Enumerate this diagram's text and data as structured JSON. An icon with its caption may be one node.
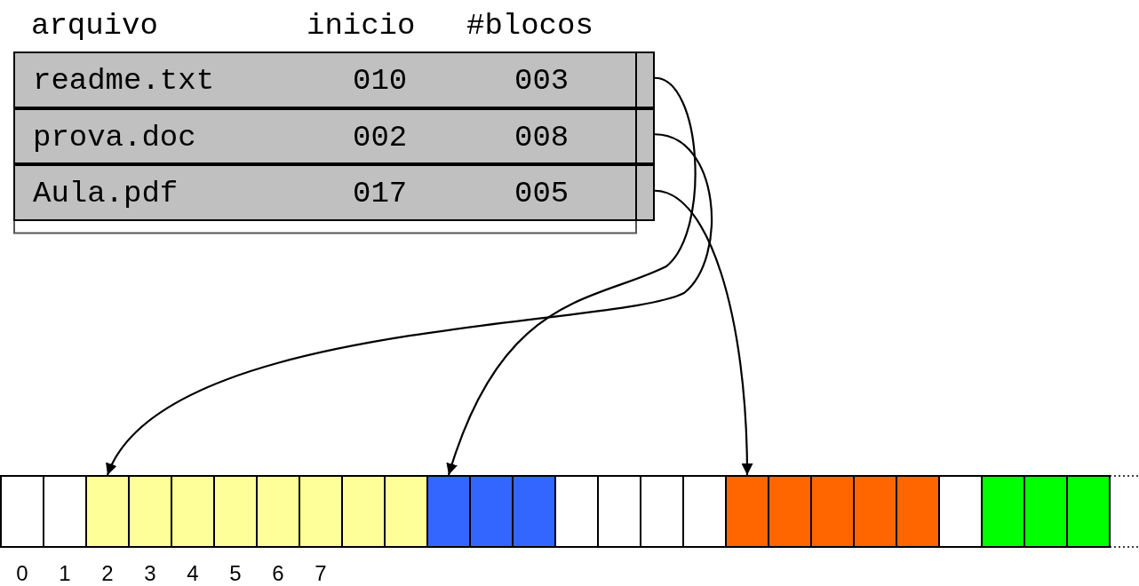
{
  "diagram": {
    "nodes": [
      {
        "text": [
          "readme.txt",
          "010",
          "003"
        ]
      },
      {
        "text": [
          "prova.doc",
          "002",
          "008"
        ]
      },
      {
        "text": [
          "Aula.pdf",
          "017",
          "005"
        ]
      },
      {
        "text": [],
        "shape": "box"
      },
      {
        "text": [],
        "shape": "box"
      },
      {
        "text": [],
        "shape": "box"
      },
      {
        "text": [],
        "shape": "box"
      },
      {
        "text": [],
        "shape": "box"
      },
      {
        "text": [],
        "shape": "box"
      },
      {
        "text": [],
        "shape": "box"
      },
      {
        "text": [],
        "shape": "box"
      },
      {
        "text": [],
        "shape": "box"
      },
      {
        "text": [],
        "shape": "box"
      },
      {
        "text": [],
        "shape": "box"
      },
      {
        "text": [],
        "shape": "box"
      },
      {
        "text": [],
        "shape": "box"
      },
      {
        "text": [],
        "shape": "box"
      },
      {
        "text": [],
        "shape": "box"
      },
      {
        "text": [],
        "shape": "box"
      },
      {
        "text": [],
        "shape": "box"
      },
      {
        "text": [],
        "shape": "box"
      },
      {
        "text": [],
        "shape": "box"
      },
      {
        "text": [],
        "shape": "box"
      },
      {
        "text": [],
        "shape": "box"
      },
      {
        "text": [],
        "shape": "box"
      },
      {
        "text": [],
        "shape": "box"
      },
      {
        "text": [],
        "shape": "box"
      },
      {
        "text": [],
        "shape": "box"
      },
      {
        "text": [],
        "shape": "box"
      }
    ],
    "edges": [
      {
        "from": 0,
        "to": 13,
        "arrow": "to"
      },
      {
        "from": 1,
        "to": 5,
        "arrow": "to"
      },
      {
        "from": 2,
        "to": 20,
        "arrow": "to"
      }
    ],
    "labels": [
      "arquivo",
      "inicio",
      "#blocos",
      "0",
      "1",
      "2",
      "3",
      "4",
      "5",
      "6",
      "7"
    ]
  }
}
